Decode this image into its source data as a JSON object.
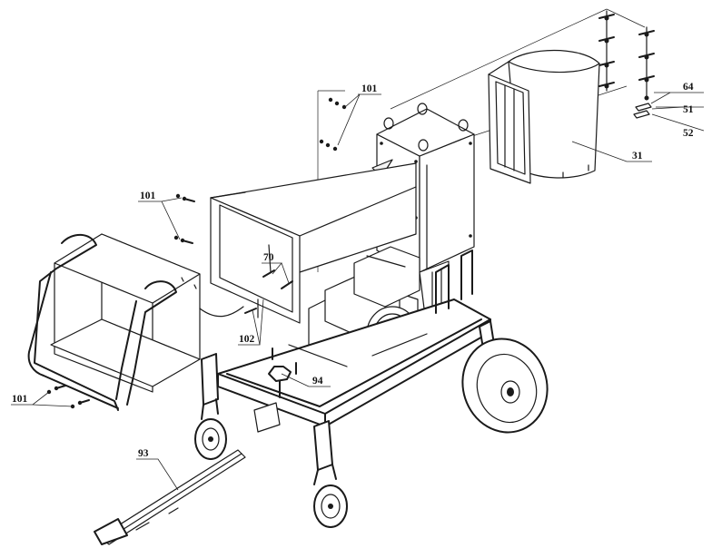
{
  "callouts": {
    "c64": "64",
    "c51": "51",
    "c52": "52",
    "c31": "31",
    "c101_top": "101",
    "c101_left": "101",
    "c70": "70",
    "c102": "102",
    "c94": "94",
    "c101_bottom": "101",
    "c93": "93"
  }
}
